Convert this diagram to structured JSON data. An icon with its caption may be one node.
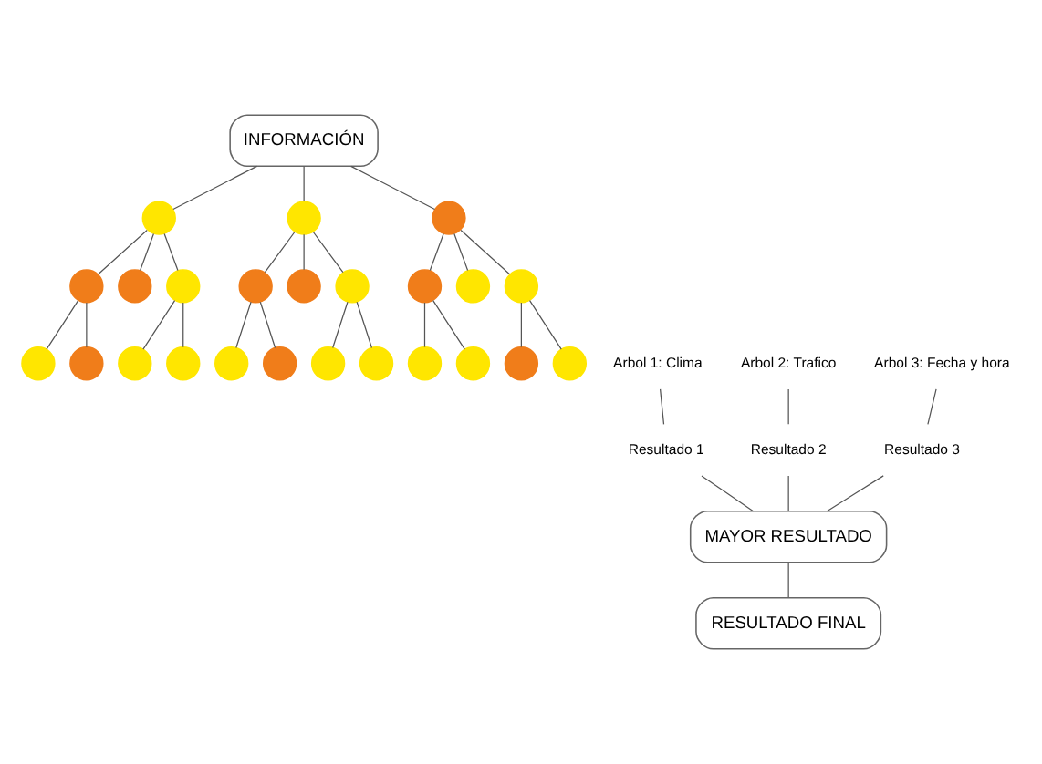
{
  "diagram": {
    "nodes": [
      {
        "text": [
          "INFORMACIÓN"
        ]
      },
      {
        "text": [],
        "shape": "circle"
      },
      {
        "text": [],
        "shape": "circle"
      },
      {
        "text": [],
        "shape": "circle"
      },
      {
        "text": [],
        "shape": "circle"
      },
      {
        "text": [],
        "shape": "circle"
      },
      {
        "text": [],
        "shape": "circle"
      },
      {
        "text": [],
        "shape": "circle"
      },
      {
        "text": [],
        "shape": "circle"
      },
      {
        "text": [],
        "shape": "circle"
      },
      {
        "text": [],
        "shape": "circle"
      },
      {
        "text": [],
        "shape": "circle"
      },
      {
        "text": [],
        "shape": "circle"
      },
      {
        "text": [],
        "shape": "circle"
      },
      {
        "text": [],
        "shape": "circle"
      },
      {
        "text": [],
        "shape": "circle"
      },
      {
        "text": [],
        "shape": "circle"
      },
      {
        "text": [],
        "shape": "circle"
      },
      {
        "text": [],
        "shape": "circle"
      },
      {
        "text": [],
        "shape": "circle"
      },
      {
        "text": [],
        "shape": "circle"
      },
      {
        "text": [],
        "shape": "circle"
      },
      {
        "text": [],
        "shape": "circle"
      },
      {
        "text": [],
        "shape": "circle"
      },
      {
        "text": [],
        "shape": "circle"
      },
      {
        "text": [
          "Arbol 1: Clima"
        ]
      },
      {
        "text": [
          "Arbol 2: Trafico"
        ]
      },
      {
        "text": [
          "Arbol 3: Fecha y hora"
        ]
      },
      {
        "text": [
          "Resultado 1"
        ]
      },
      {
        "text": [
          "Resultado 2"
        ]
      },
      {
        "text": [
          "Resultado 3"
        ]
      },
      {
        "text": [
          "MAYOR RESULTADO"
        ]
      },
      {
        "text": [
          "RESULTADO FINAL"
        ]
      }
    ],
    "edges": [
      {
        "from": 0,
        "to": 1,
        "arrow": "none"
      },
      {
        "from": 0,
        "to": 9,
        "arrow": "none"
      },
      {
        "from": 0,
        "to": 17,
        "arrow": "none"
      },
      {
        "from": 1,
        "to": 2,
        "arrow": "none"
      },
      {
        "from": 1,
        "to": 3,
        "arrow": "none"
      },
      {
        "from": 1,
        "to": 4,
        "arrow": "none"
      },
      {
        "from": 2,
        "to": 5,
        "arrow": "none"
      },
      {
        "from": 2,
        "to": 6,
        "arrow": "none"
      },
      {
        "from": 4,
        "to": 7,
        "arrow": "none"
      },
      {
        "from": 4,
        "to": 8,
        "arrow": "none"
      },
      {
        "from": 9,
        "to": 10,
        "arrow": "none"
      },
      {
        "from": 9,
        "to": 11,
        "arrow": "none"
      },
      {
        "from": 9,
        "to": 12,
        "arrow": "none"
      },
      {
        "from": 10,
        "to": 13,
        "arrow": "none"
      },
      {
        "from": 10,
        "to": 14,
        "arrow": "none"
      },
      {
        "from": 12,
        "to": 15,
        "arrow": "none"
      },
      {
        "from": 12,
        "to": 16,
        "arrow": "none"
      },
      {
        "from": 17,
        "to": 18,
        "arrow": "none"
      },
      {
        "from": 17,
        "to": 19,
        "arrow": "none"
      },
      {
        "from": 17,
        "to": 20,
        "arrow": "none"
      },
      {
        "from": 18,
        "to": 21,
        "arrow": "none"
      },
      {
        "from": 18,
        "to": 22,
        "arrow": "none"
      },
      {
        "from": 20,
        "to": 23,
        "arrow": "none"
      },
      {
        "from": 20,
        "to": 24,
        "arrow": "none"
      },
      {
        "from": 25,
        "to": 28,
        "arrow": "none"
      },
      {
        "from": 26,
        "to": 29,
        "arrow": "none"
      },
      {
        "from": 27,
        "to": 30,
        "arrow": "none"
      },
      {
        "from": 28,
        "to": 31,
        "arrow": "none"
      },
      {
        "from": 29,
        "to": 31,
        "arrow": "none"
      },
      {
        "from": 30,
        "to": 31,
        "arrow": "none"
      },
      {
        "from": 31,
        "to": 32,
        "arrow": "none"
      }
    ]
  }
}
